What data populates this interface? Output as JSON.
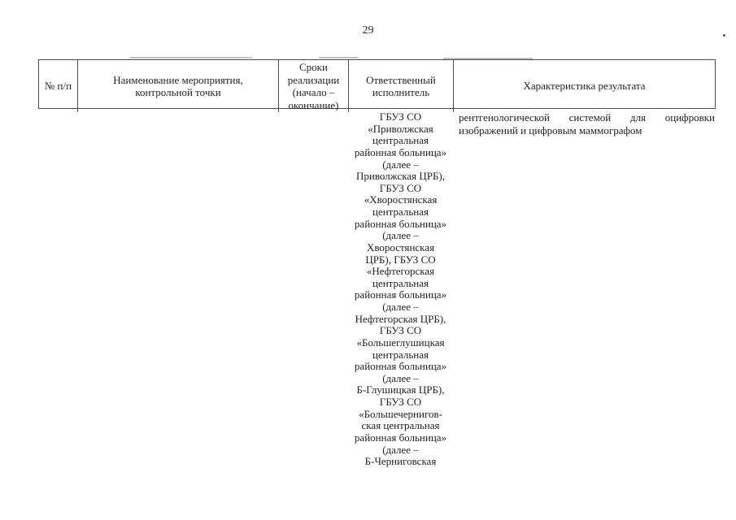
{
  "page": {
    "number": "29"
  },
  "table": {
    "headers": {
      "col1": "№ п/п",
      "col2": "Наименование мероприятия, контрольной точки",
      "col3": "Сроки реализации (начало – окончание)",
      "col4": "Ответственный исполнитель",
      "col5": "Характеристика результата"
    },
    "body": {
      "responsible_executor_lines": [
        "ГБУЗ СО",
        "«Приволжская",
        "центральная",
        "районная больница»",
        "(далее –",
        "Приволжская ЦРБ),",
        "ГБУЗ СО",
        "«Хворостянская",
        "центральная",
        "районная больница»",
        "(далее –",
        "Хворостянская",
        "ЦРБ), ГБУЗ СО",
        "«Нефтегорская",
        "центральная",
        "районная больница»",
        "(далее –",
        "Нефтегорская ЦРБ),",
        "ГБУЗ СО",
        "«Большеглушицкая",
        "центральная",
        "районная больница»",
        "(далее –",
        "Б-Глушицкая ЦРБ),",
        "ГБУЗ СО",
        "«Большечернигов-",
        "ская центральная",
        "районная больница»",
        "(далее –",
        "Б-Черниговская"
      ],
      "result_characteristic": {
        "line1": "рентгенологической системой для оцифровки",
        "line2": "изображений и цифровым маммографом"
      }
    }
  },
  "colors": {
    "border": "#4a4a4a",
    "text": "#222222",
    "background": "#ffffff"
  }
}
